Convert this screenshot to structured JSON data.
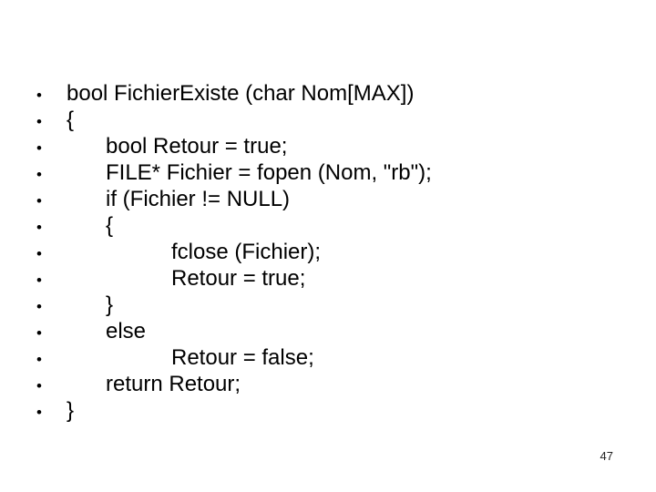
{
  "slide": {
    "background_color": "#ffffff",
    "text_color": "#000000",
    "bullet_char": "•",
    "page_number": "47",
    "lines": [
      {
        "text": "bool FichierExiste (char Nom[MAX])",
        "indent": 0
      },
      {
        "text": "{",
        "indent": 0
      },
      {
        "text": "bool Retour = true;",
        "indent": 1
      },
      {
        "text": "FILE* Fichier = fopen (Nom, \"rb\");",
        "indent": 1
      },
      {
        "text": "if (Fichier != NULL)",
        "indent": 1
      },
      {
        "text": "{",
        "indent": 1
      },
      {
        "text": "fclose (Fichier);",
        "indent": 2
      },
      {
        "text": "Retour = true;",
        "indent": 2
      },
      {
        "text": "}",
        "indent": 1
      },
      {
        "text": "else",
        "indent": 1
      },
      {
        "text": "Retour = false;",
        "indent": 2
      },
      {
        "text": "return Retour;",
        "indent": 1
      },
      {
        "text": "}",
        "indent": 0
      }
    ]
  }
}
